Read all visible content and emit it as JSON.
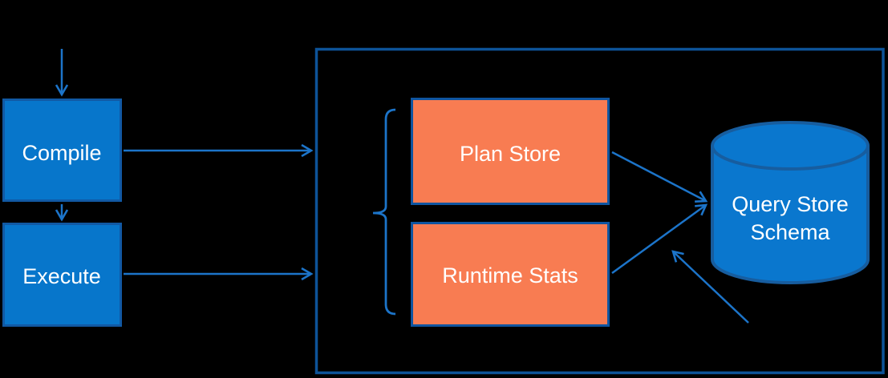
{
  "background_color": "#000000",
  "colors": {
    "node_fill_blue": "#0776CB",
    "node_border_blue": "#1159A4",
    "node_fill_orange": "#F87C52",
    "node_border_orange": "#0F55A0",
    "container_border": "#0D5398",
    "connector": "#1C74C9",
    "cylinder_fill": "#0A77CE",
    "cylinder_border": "#175D9F",
    "label_text": "#FFFFFF"
  },
  "nodes": {
    "compile": {
      "label": "Compile"
    },
    "execute": {
      "label": "Execute"
    },
    "plan_store": {
      "label": "Plan Store"
    },
    "runtime_stats": {
      "label": "Runtime Stats"
    },
    "query_store_schema": {
      "label_line1": "Query Store",
      "label_line2": "Schema"
    }
  },
  "edges": [
    {
      "from": "start",
      "to": "compile"
    },
    {
      "from": "compile",
      "to": "execute"
    },
    {
      "from": "compile",
      "to": "query-store-container"
    },
    {
      "from": "execute",
      "to": "query-store-container"
    },
    {
      "from": "plan-store",
      "to": "query-store-schema"
    },
    {
      "from": "runtime-stats",
      "to": "query-store-schema"
    },
    {
      "from": "bottom-right",
      "to": "query-store-schema"
    }
  ]
}
